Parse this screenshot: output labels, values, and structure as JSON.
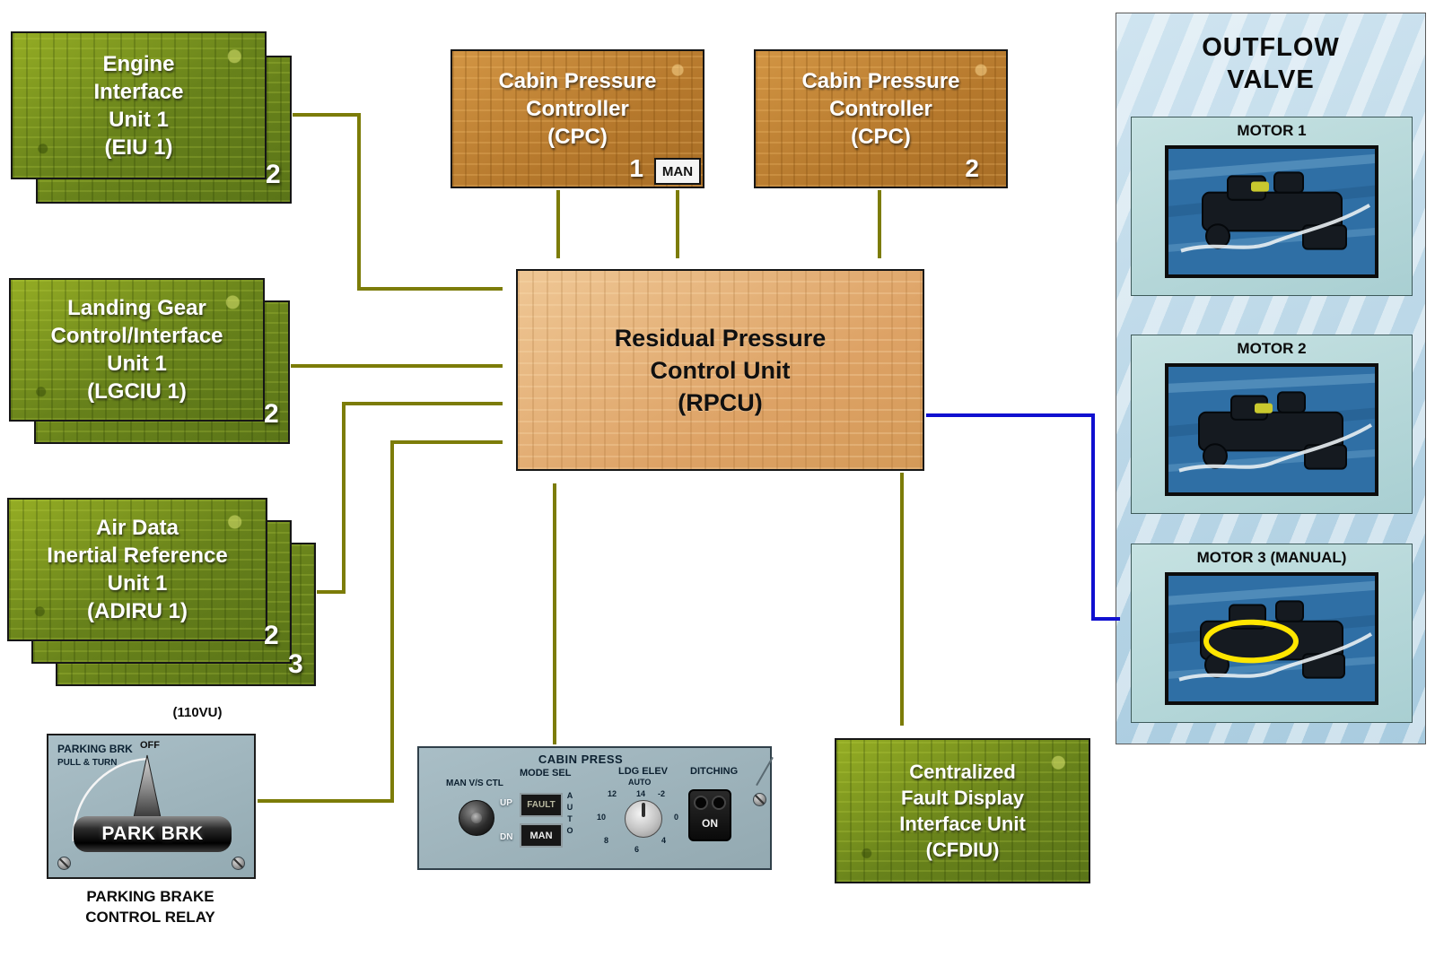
{
  "colors": {
    "arrow_olive": "#7c7c08",
    "arrow_blue": "#1010d0"
  },
  "nodes": {
    "eiu": {
      "lines": [
        "Engine",
        "Interface",
        "Unit 1",
        "(EIU 1)"
      ],
      "badge": "2"
    },
    "lgciu": {
      "lines": [
        "Landing Gear",
        "Control/Interface",
        "Unit 1",
        "(LGCIU 1)"
      ],
      "badge": "2"
    },
    "adiru": {
      "lines": [
        "Air Data",
        "Inertial Reference",
        "Unit 1",
        "(ADIRU 1)"
      ],
      "badge2": "2",
      "badge3": "3"
    },
    "cpc1": {
      "lines": [
        "Cabin Pressure",
        "Controller",
        "(CPC)"
      ],
      "number": "1",
      "man_label": "MAN"
    },
    "cpc2": {
      "lines": [
        "Cabin Pressure",
        "Controller",
        "(CPC)"
      ],
      "number": "2"
    },
    "rpcu": {
      "lines": [
        "Residual Pressure",
        "Control Unit",
        "(RPCU)"
      ]
    },
    "cfdiu": {
      "lines": [
        "Centralized",
        "Fault Display",
        "Interface Unit",
        "(CFDIU)"
      ]
    }
  },
  "outflow": {
    "title_line1": "OUTFLOW",
    "title_line2": "VALVE",
    "motors": [
      {
        "label": "MOTOR 1"
      },
      {
        "label": "MOTOR 2"
      },
      {
        "label": "MOTOR 3 (MANUAL)"
      }
    ]
  },
  "parking": {
    "tag": "(110VU)",
    "title": "PARKING BRK",
    "subtitle": "PULL & TURN",
    "off": "OFF",
    "handle": "PARK BRK",
    "caption_line1": "PARKING BRAKE",
    "caption_line2": "CONTROL RELAY"
  },
  "cabin_panel": {
    "title": "CABIN PRESS",
    "man_vs_ctl": "MAN V/S CTL",
    "up": "UP",
    "dn": "DN",
    "mode_sel": "MODE SEL",
    "fault": "FAULT",
    "man": "MAN",
    "auto_vertical": "AUTO",
    "ldg_elev": "LDG ELEV",
    "ldg_auto": "AUTO",
    "ticks": [
      "12",
      "14",
      "-2",
      "10",
      "0",
      "8",
      "6",
      "4"
    ],
    "ditching": "DITCHING",
    "on": "ON"
  }
}
